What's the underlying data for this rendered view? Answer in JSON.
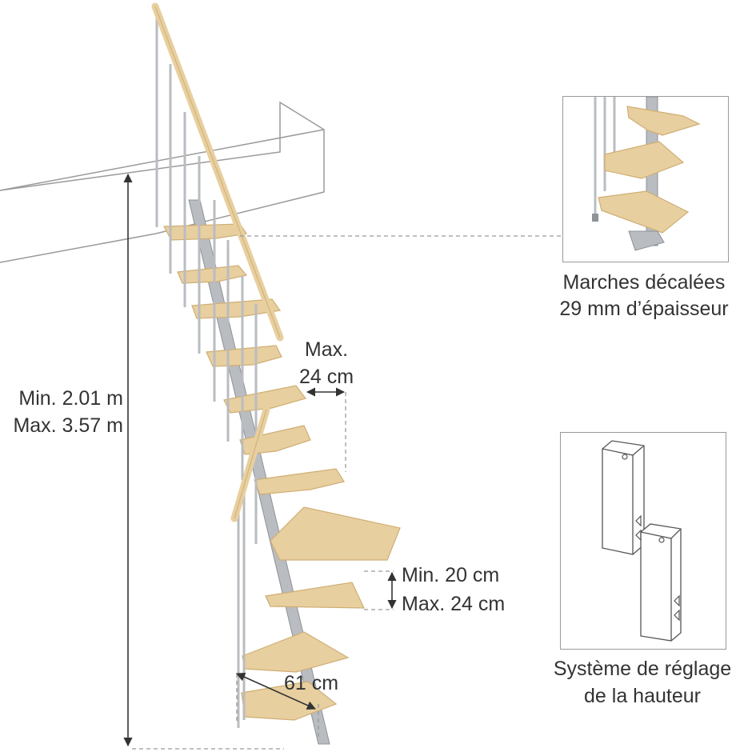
{
  "labels": {
    "height_min": "Min. 2.01 m",
    "height_max": "Max. 3.57 m",
    "tread_depth_line1": "Max.",
    "tread_depth_line2": "24 cm",
    "rise_min": "Min. 20 cm",
    "rise_max": "Max. 24 cm",
    "width": "61 cm"
  },
  "insets": [
    {
      "caption_line1": "Marches décalées",
      "caption_line2": "29 mm d’épaisseur"
    },
    {
      "caption_line1": "Système de réglage",
      "caption_line2": "de la hauteur"
    }
  ],
  "colors": {
    "wood": "#e8cf9f",
    "wood_dark": "#cfae74",
    "metal": "#b9bcc0",
    "metal_dark": "#8f9397",
    "line": "#9a9a9a",
    "arrow": "#333333",
    "text": "#333333"
  }
}
